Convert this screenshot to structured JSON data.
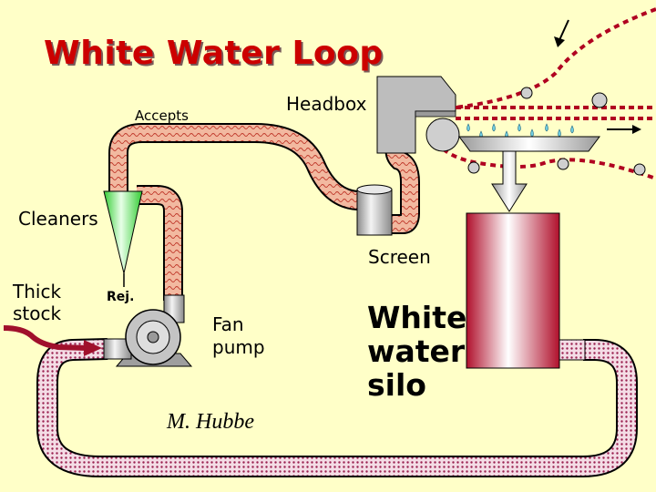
{
  "title": "White Water Loop",
  "labels": {
    "accepts": "Accepts",
    "headbox": "Headbox",
    "cleaners": "Cleaners",
    "screen": "Screen",
    "thick_stock": [
      "Thick",
      "stock"
    ],
    "rejects": "Rej.",
    "fan_pump": [
      "Fan",
      "pump"
    ],
    "white_water_silo": [
      "White",
      "water",
      "silo"
    ],
    "author": "M. Hubbe"
  },
  "colors": {
    "background": "#ffffc8",
    "title": "#cc0000",
    "stock_pipe": "#f2b9a0",
    "white_water_pipe": "#d9b4c8",
    "cleaner_cone": "#33cc33",
    "silo_red": "#b0102c",
    "equipment_gray": "#bcbcbc",
    "wire_dots": "#b00020"
  },
  "icons": [
    "fan-pump-icon",
    "cleaner-cone-icon",
    "pressure-screen-icon",
    "headbox-icon",
    "forming-wire-icon",
    "silo-icon",
    "flow-arrow-icon"
  ]
}
